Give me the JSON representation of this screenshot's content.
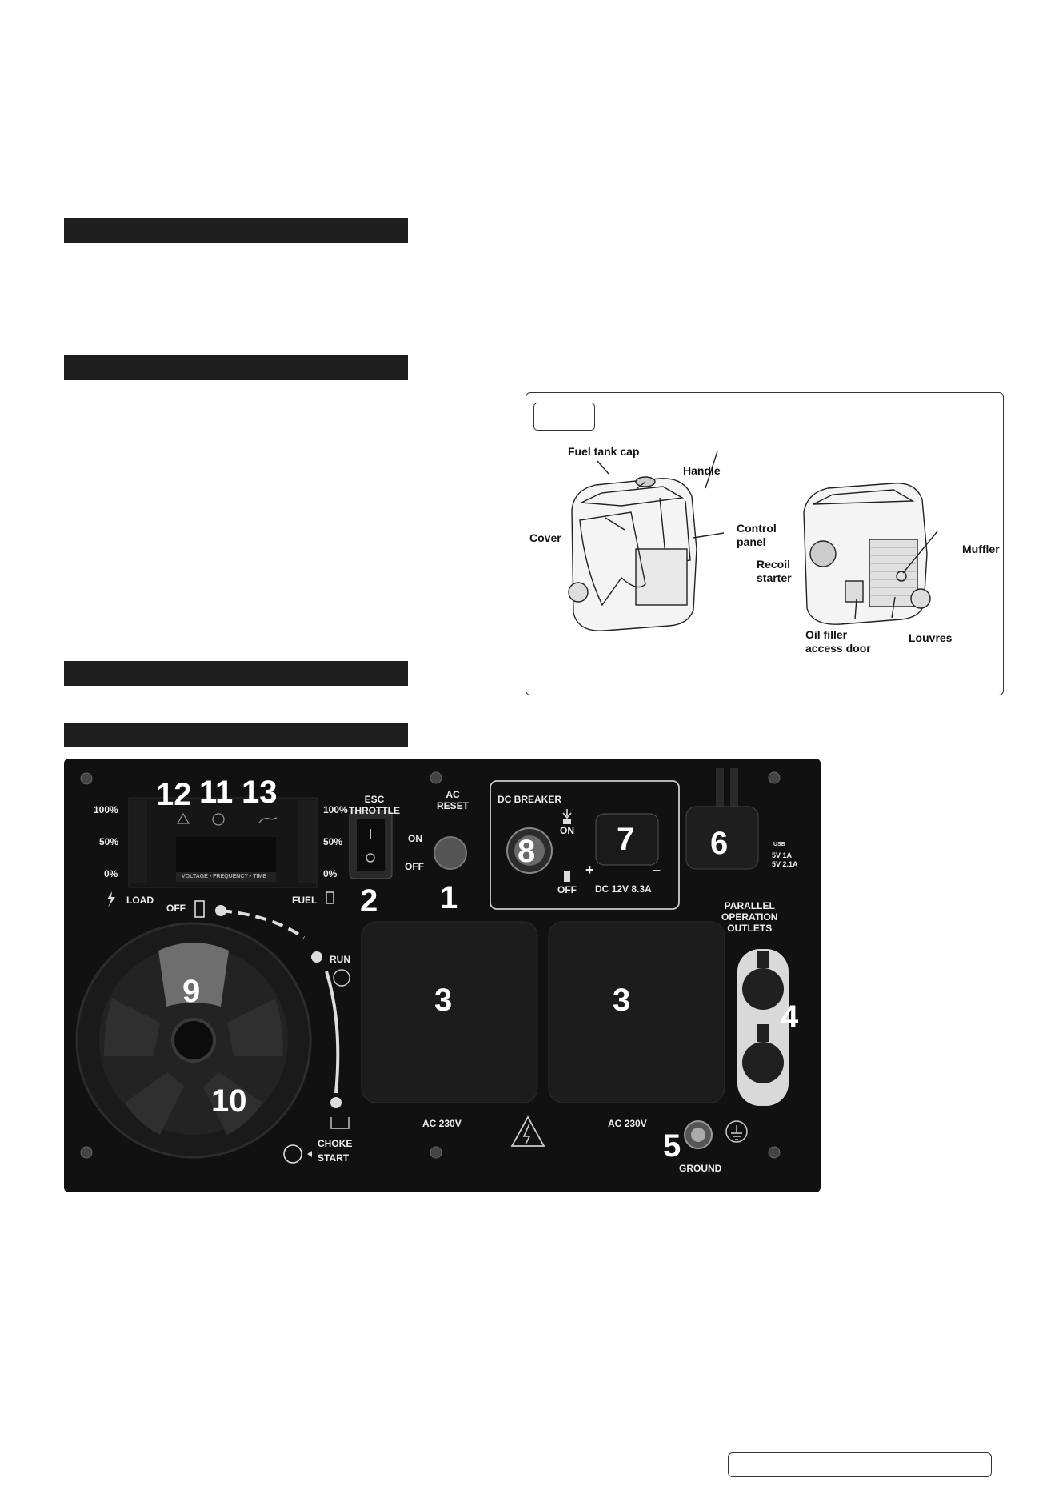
{
  "figure": {
    "labels": {
      "fuel_tank_cap": "Fuel tank cap",
      "handle": "Handle",
      "cover": "Cover",
      "control_panel": "Control\npanel",
      "recoil_starter": "Recoil\nstarter",
      "muffler": "Muffler",
      "oil_filler": "Oil filler\naccess door",
      "louvres": "Louvres"
    }
  },
  "panel": {
    "display": {
      "pct_100": "100%",
      "pct_50": "50%",
      "pct_0": "0%",
      "load": "LOAD",
      "fuel": "FUEL",
      "strip": "VOLTAGE • FREQUENCY • TIME",
      "num_12": "12",
      "num_11": "11",
      "num_13": "13"
    },
    "esc": {
      "title": "ESC\nTHROTTLE",
      "on": "ON",
      "off": "OFF",
      "num": "2"
    },
    "ac_reset": {
      "title": "AC\nRESET",
      "num": "1"
    },
    "dc": {
      "title": "DC BREAKER",
      "on": "ON",
      "off": "OFF",
      "rating": "DC 12V 8.3A",
      "plus": "+",
      "minus": "–",
      "num_breaker": "8",
      "num_socket": "7"
    },
    "usb": {
      "num": "6",
      "small": "USB",
      "r1": "5V 1A",
      "r2": "5V 2.1A"
    },
    "parallel": {
      "title": "PARALLEL\nOPERATION\nOUTLETS",
      "num": "4"
    },
    "outlets": {
      "num_left": "3",
      "num_right": "3",
      "label_left": "AC 230V",
      "label_right": "AC 230V"
    },
    "knob": {
      "off": "OFF",
      "run": "RUN",
      "choke": "CHOKE",
      "start": "START",
      "num_9": "9",
      "num_10": "10"
    },
    "ground": {
      "num": "5",
      "label": "GROUND"
    }
  }
}
